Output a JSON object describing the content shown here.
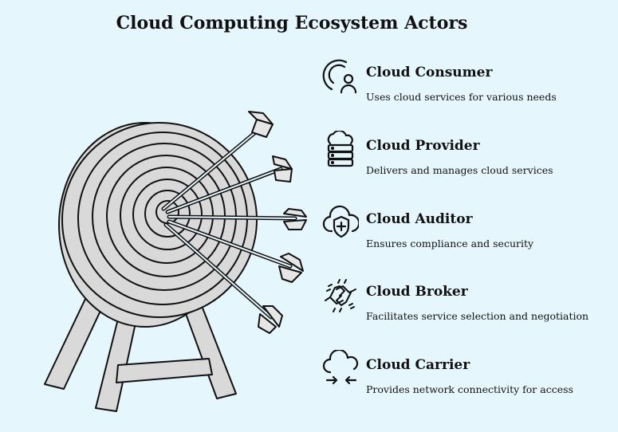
{
  "title": "Cloud Computing Ecosystem Actors",
  "actors": [
    {
      "icon": "user-circle-icon",
      "name": "Cloud Consumer",
      "description": "Uses cloud services for various needs"
    },
    {
      "icon": "cloud-server-icon",
      "name": "Cloud Provider",
      "description": "Delivers and manages cloud services"
    },
    {
      "icon": "cloud-shield-icon",
      "name": "Cloud Auditor",
      "description": "Ensures compliance and security"
    },
    {
      "icon": "handshake-icon",
      "name": "Cloud Broker",
      "description": "Facilitates service selection and negotiation"
    },
    {
      "icon": "cloud-exchange-icon",
      "name": "Cloud Carrier",
      "description": "Provides network connectivity for access"
    }
  ],
  "colors": {
    "background": "#e6f6fd",
    "target_fill": "#d9d9d9",
    "stroke": "#111111"
  }
}
